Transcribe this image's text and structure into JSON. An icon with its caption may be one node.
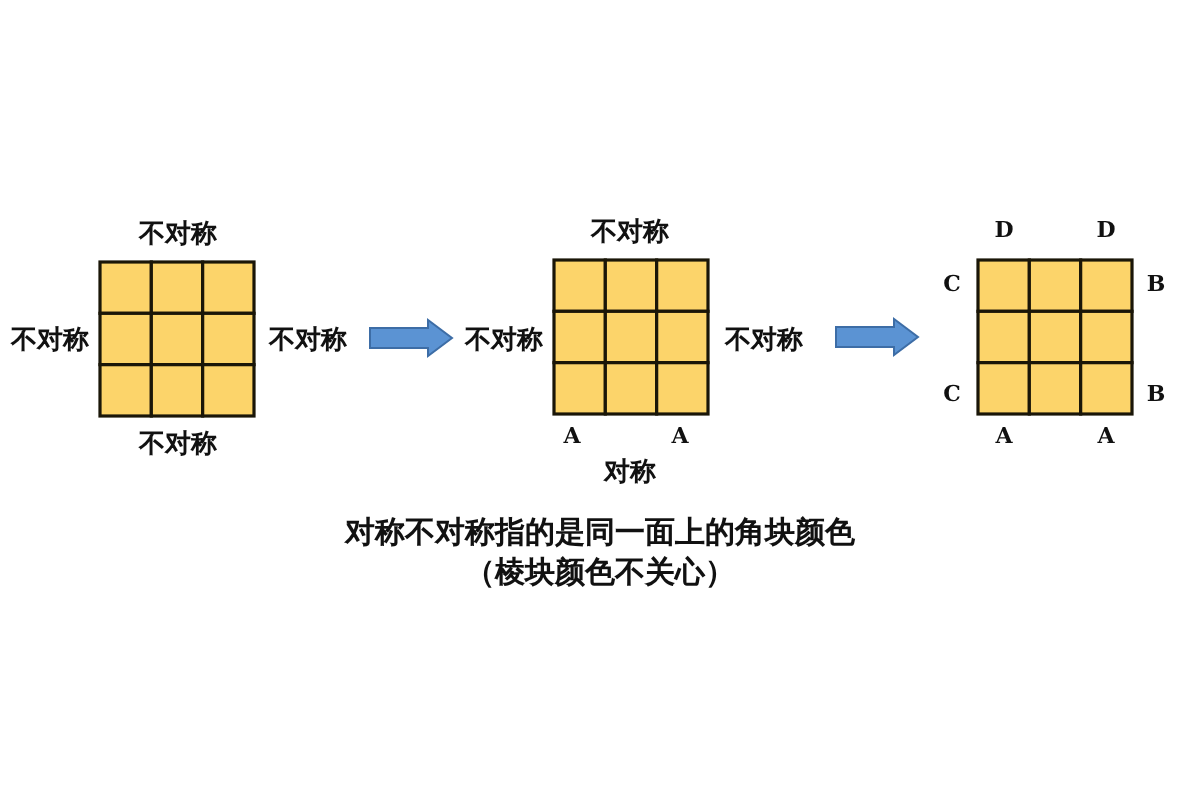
{
  "diagram": {
    "caption": "对称不对称指的是同一面上的角块颜色（棱块颜色不关心）",
    "nodes": [
      {
        "text": [],
        "shape": "box",
        "beside": [
          "不对称",
          "不对称",
          "不对称",
          "不对称"
        ]
      },
      {
        "text": [],
        "shape": "box",
        "beside": [
          "不对称",
          "不对称",
          "不对称",
          "A",
          "A",
          "对称"
        ]
      },
      {
        "text": [],
        "shape": "box",
        "beside": [
          "D",
          "D",
          "C",
          "B",
          "C",
          "B",
          "A",
          "A"
        ]
      }
    ],
    "edges": [
      {
        "from": 0,
        "to": 1,
        "arrow": "to"
      },
      {
        "from": 1,
        "to": 2,
        "arrow": "to"
      }
    ]
  }
}
